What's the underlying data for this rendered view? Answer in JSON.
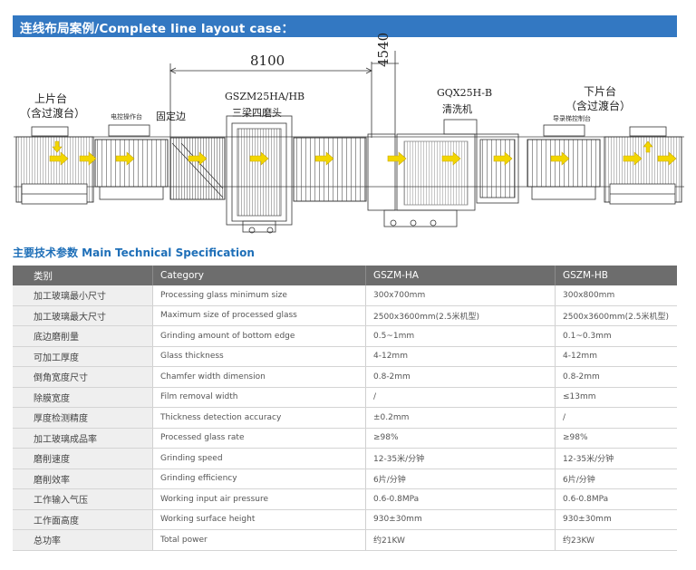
{
  "header": {
    "title": "连线布局案例/Complete line layout case："
  },
  "layout": {
    "dim_length": "8100",
    "dim_height": "4540",
    "loading_table": {
      "line1": "上片台",
      "line2": "（含过渡台）"
    },
    "control_console_left": "电控操作台",
    "fixed_edge": "固定边",
    "grinder": {
      "model": "GSZM25HA/HB",
      "name": "三梁四磨头"
    },
    "washer": {
      "model": "GQX25H-B",
      "name": "清洗机"
    },
    "control_console_right": "导录梯控制台",
    "unloading_table": {
      "line1": "下片台",
      "line2": "（含过渡台）"
    }
  },
  "spec": {
    "title": "主要技术参数 Main Technical Specification",
    "headers": [
      "类别",
      "Category",
      "GSZM-HA",
      "GSZM-HB"
    ],
    "rows": [
      {
        "cn": "加工玻璃最小尺寸",
        "en": "Processing glass minimum size",
        "ha": "300x700mm",
        "hb": "300x800mm"
      },
      {
        "cn": "加工玻璃最大尺寸",
        "en": "Maximum size of processed glass",
        "ha": "2500x3600mm(2.5米机型)",
        "hb": "2500x3600mm(2.5米机型)"
      },
      {
        "cn": "底边磨削量",
        "en": "Grinding amount of bottom edge",
        "ha": "0.5~1mm",
        "hb": "0.1~0.3mm"
      },
      {
        "cn": "可加工厚度",
        "en": "Glass thickness",
        "ha": "4-12mm",
        "hb": "4-12mm"
      },
      {
        "cn": "倒角宽度尺寸",
        "en": "Chamfer width dimension",
        "ha": "0.8-2mm",
        "hb": "0.8-2mm"
      },
      {
        "cn": "除膜宽度",
        "en": "Film removal width",
        "ha": "/",
        "hb": "≤13mm"
      },
      {
        "cn": "厚度检测精度",
        "en": "Thickness detection accuracy",
        "ha": "±0.2mm",
        "hb": "/"
      },
      {
        "cn": "加工玻璃成品率",
        "en": "Processed glass rate",
        "ha": "≥98%",
        "hb": "≥98%"
      },
      {
        "cn": "磨削速度",
        "en": "Grinding speed",
        "ha": "12-35米/分钟",
        "hb": "12-35米/分钟"
      },
      {
        "cn": "磨削效率",
        "en": "Grinding efficiency",
        "ha": "6片/分钟",
        "hb": "6片/分钟"
      },
      {
        "cn": "工作输入气压",
        "en": "Working input air pressure",
        "ha": "0.6-0.8MPa",
        "hb": "0.6-0.8MPa"
      },
      {
        "cn": "工作面高度",
        "en": "Working surface height",
        "ha": "930±30mm",
        "hb": "930±30mm"
      },
      {
        "cn": "总功率",
        "en": "Total power",
        "ha": "约21KW",
        "hb": "约23KW"
      }
    ]
  }
}
